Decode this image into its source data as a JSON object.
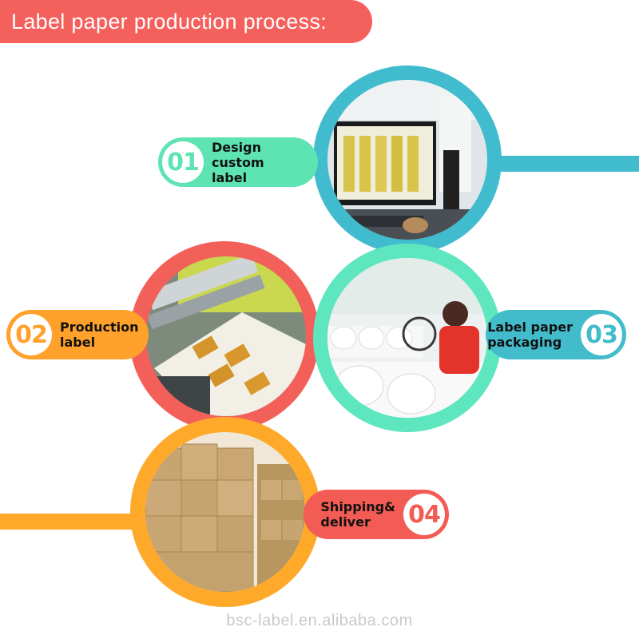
{
  "header": {
    "title": "Label paper production process:"
  },
  "colors": {
    "title_bg": "#f4605c",
    "step1": "#5ee3b3",
    "step2": "#ffa12b",
    "step3": "#42bccb",
    "step4": "#f35c54",
    "ring1": "#41bcce",
    "ring2": "#f3605a",
    "ring3": "#5ee6bf",
    "ring4": "#fea92a"
  },
  "steps": [
    {
      "number": "01",
      "label": "Design custom\nlabel",
      "photo_icon": "computer-monitor-icon"
    },
    {
      "number": "02",
      "label": "Production\nlabel",
      "photo_icon": "printing-press-icon"
    },
    {
      "number": "03",
      "label": "Label paper\npackaging",
      "photo_icon": "paper-rolls-icon"
    },
    {
      "number": "04",
      "label": "Shipping&\ndeliver",
      "photo_icon": "carton-boxes-icon"
    }
  ],
  "footer": {
    "text": "bsc-label.en.alibaba.com"
  }
}
